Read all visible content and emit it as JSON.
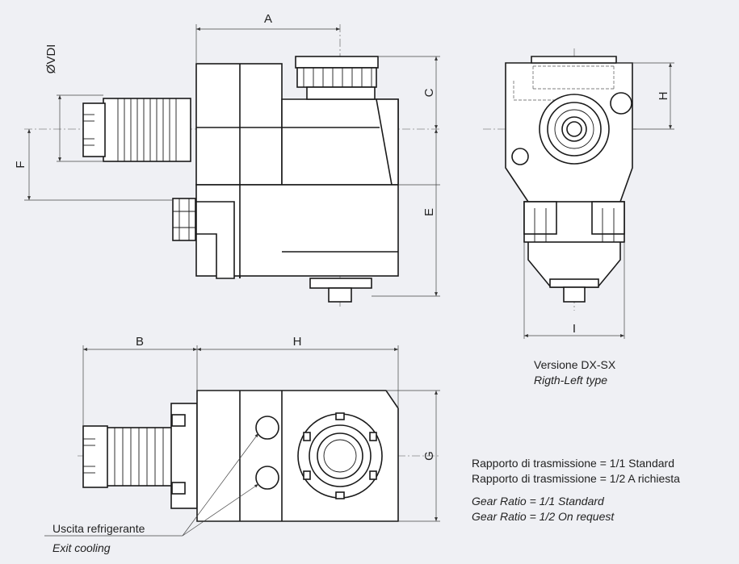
{
  "dimension_labels": {
    "A": "A",
    "B": "B",
    "C": "C",
    "E": "E",
    "F": "F",
    "G": "G",
    "H_top": "H",
    "H_bottom": "H",
    "I": "I",
    "VDI": "ØVDI"
  },
  "version": {
    "title": "Versione DX-SX",
    "subtitle": "Rigth-Left type"
  },
  "ratio_it": {
    "line1": "Rapporto di trasmissione = 1/1 Standard",
    "line2": "Rapporto di trasmissione = 1/2 A richiesta"
  },
  "ratio_en": {
    "line1": "Gear Ratio = 1/1 Standard",
    "line2": "Gear Ratio = 1/2 On request"
  },
  "cooling": {
    "it": "Uscita refrigerante",
    "en": "Exit cooling"
  },
  "colors": {
    "background": "#eff0f4",
    "line": "#1a1a1a"
  }
}
